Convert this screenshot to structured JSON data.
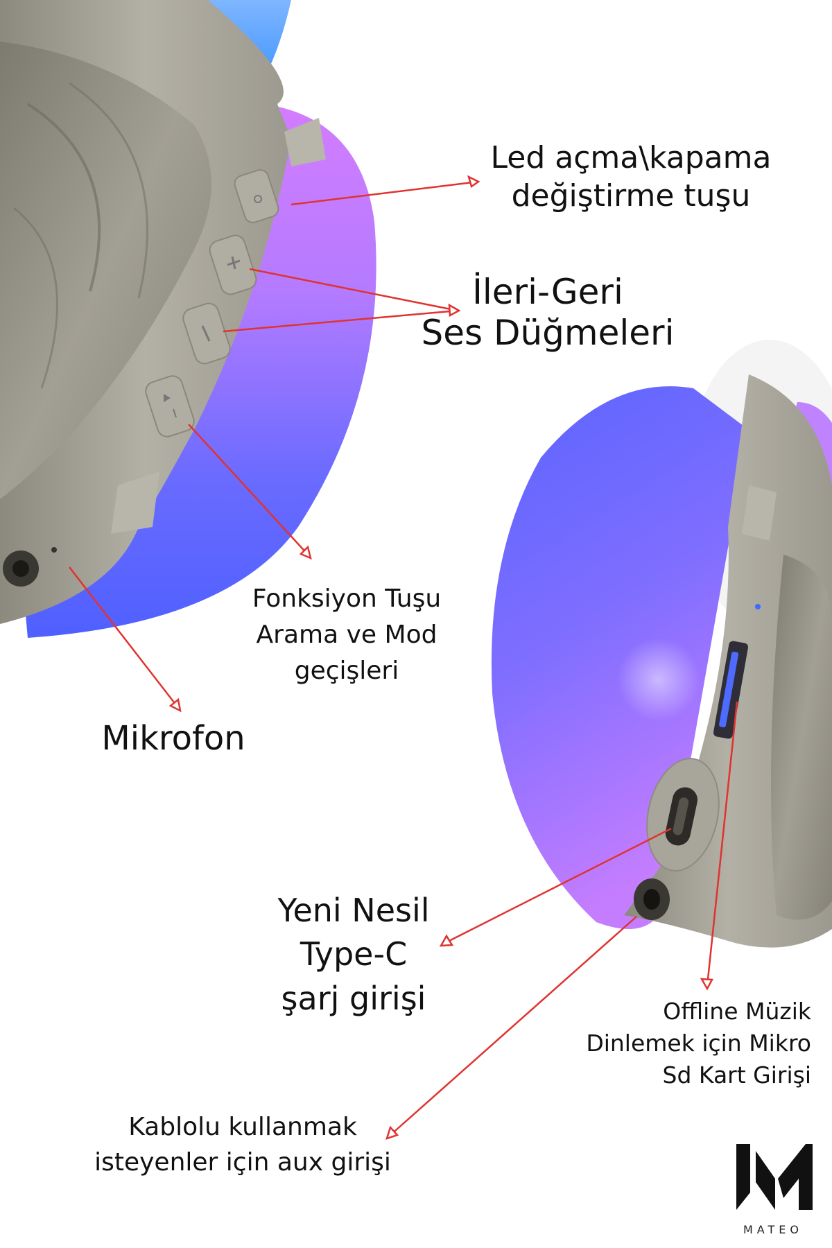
{
  "labels": {
    "led": [
      "Led açma\\kapama",
      "değiştirme tuşu"
    ],
    "volume": [
      "İleri-Geri",
      "Ses Düğmeleri"
    ],
    "function": [
      "Fonksiyon Tuşu",
      "Arama ve Mod",
      "geçişleri"
    ],
    "microphone": [
      "Mikrofon"
    ],
    "typec": [
      "Yeni Nesil",
      "Type-C",
      "şarj girişi"
    ],
    "sdcard": [
      "Offline Müzik",
      "Dinlemek için Mikro",
      "Sd Kart Girişi"
    ],
    "aux": [
      "Kablolu kullanmak",
      "isteyenler için aux girişi"
    ]
  },
  "brand": {
    "name": "MATEO",
    "logo_letter": "M"
  },
  "colors": {
    "arrow": "#e0332f",
    "cup_blue": "#6a6bff",
    "cup_purple": "#c07dff",
    "shell_gray": "#a9a69c",
    "text": "#111111"
  },
  "icons": [
    "sun-icon",
    "plus-icon",
    "minus-icon",
    "play-pause-icon",
    "usb-c-port-icon",
    "sd-slot-icon",
    "aux-jack-icon",
    "mic-hole-icon"
  ]
}
